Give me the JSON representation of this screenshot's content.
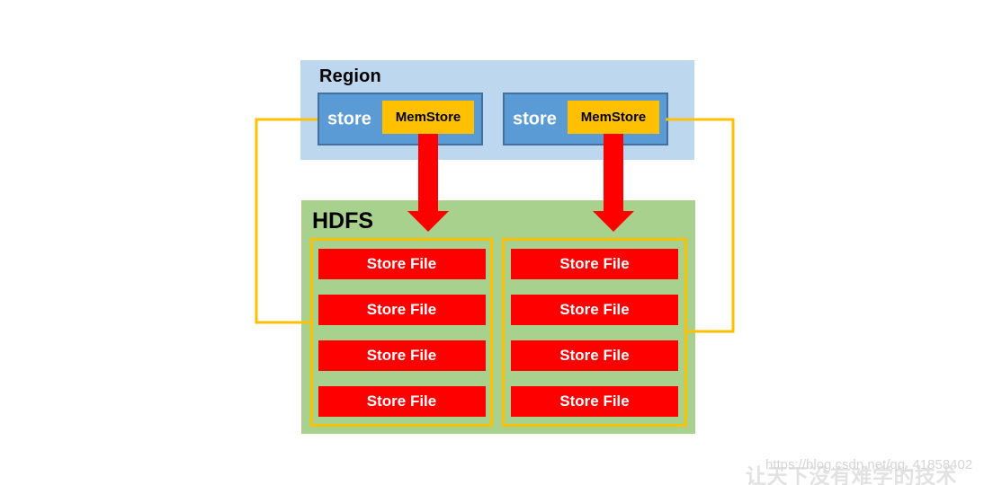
{
  "region": {
    "label": "Region",
    "stores": [
      {
        "store_label": "store",
        "memstore_label": "MemStore"
      },
      {
        "store_label": "store",
        "memstore_label": "MemStore"
      }
    ]
  },
  "hdfs": {
    "label": "HDFS",
    "columns": [
      {
        "files": [
          "Store File",
          "Store File",
          "Store File",
          "Store File"
        ]
      },
      {
        "files": [
          "Store File",
          "Store File",
          "Store File",
          "Store File"
        ]
      }
    ]
  },
  "watermark": {
    "url": "https://blog.csdn.net/qq_41858402",
    "slogan": "让天下没有难学的技术"
  },
  "colors": {
    "region_bg": "#BDD7EE",
    "store_bg": "#5B9BD5",
    "store_border": "#41719C",
    "memstore_bg": "#FFC000",
    "hdfs_bg": "#A9D18E",
    "store_file_bg": "#FF0000",
    "arrow": "#FF0000",
    "connector": "#FFC000"
  }
}
